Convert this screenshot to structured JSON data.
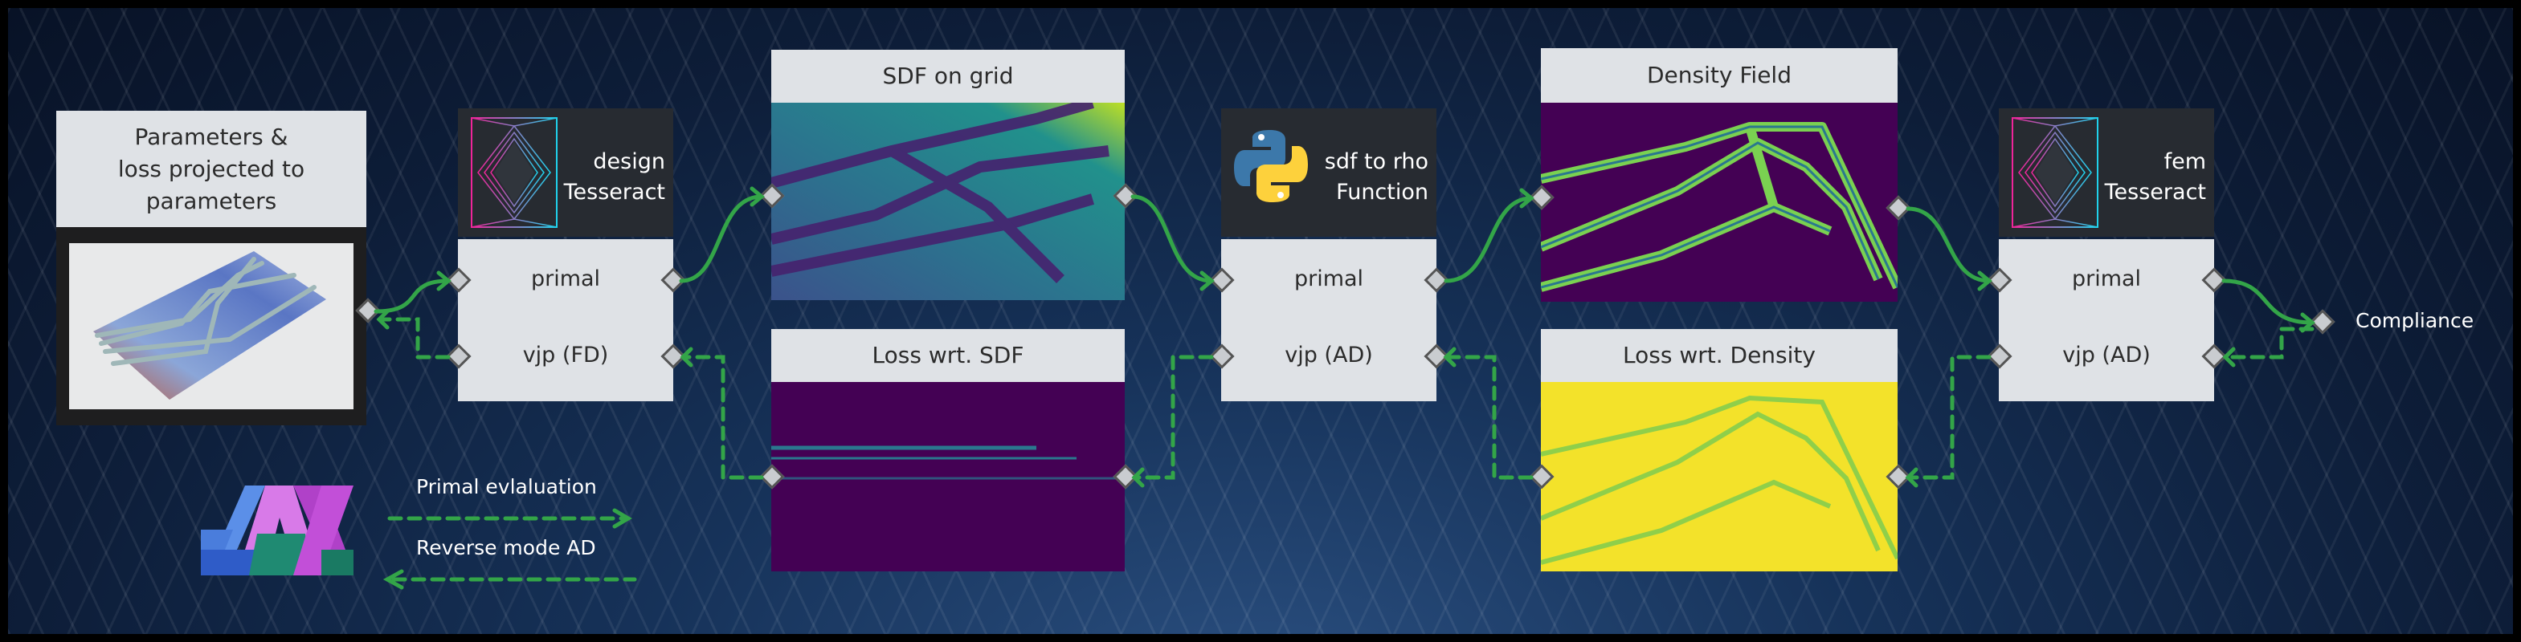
{
  "params": {
    "title_line1": "Parameters &",
    "title_line2": "loss projected to parameters"
  },
  "design": {
    "name": "design",
    "kind": "Tesseract",
    "primal": "primal",
    "vjp": "vjp (FD)"
  },
  "sdf_grid": {
    "title": "SDF on grid"
  },
  "loss_sdf": {
    "title": "Loss wrt. SDF"
  },
  "sdf_rho": {
    "name": "sdf to rho",
    "kind": "Function",
    "primal": "primal",
    "vjp": "vjp (AD)"
  },
  "density": {
    "title": "Density Field"
  },
  "loss_density": {
    "title": "Loss wrt. Density"
  },
  "fem": {
    "name": "fem",
    "kind": "Tesseract",
    "primal": "primal",
    "vjp": "vjp (AD)"
  },
  "output": {
    "label": "Compliance"
  },
  "legend": {
    "primal": "Primal evlaluation",
    "reverse": "Reverse mode AD"
  },
  "colors": {
    "wire": "#33a548",
    "viridis_low": "#440154",
    "viridis_mid": "#21918c",
    "viridis_high": "#fde725"
  }
}
